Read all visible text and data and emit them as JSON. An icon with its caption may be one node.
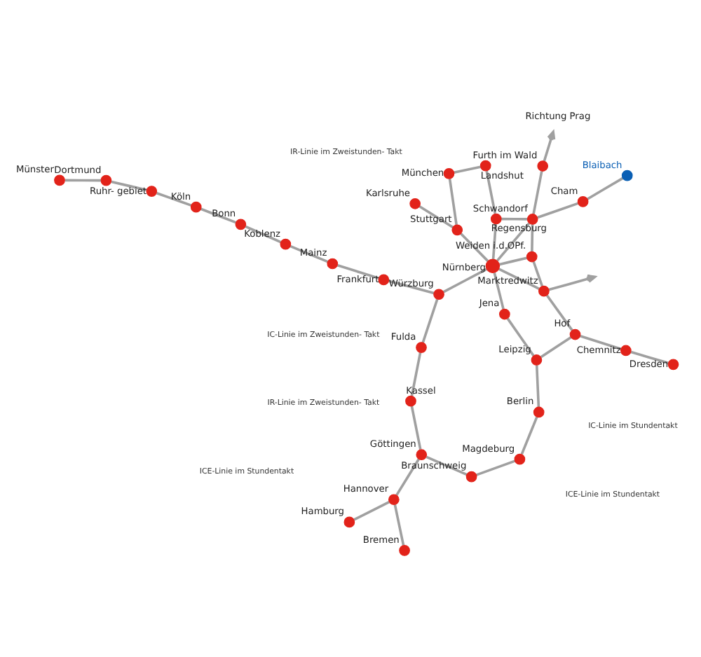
{
  "diagram": {
    "nodes": [
      {
        "text": [
          "Hamburg"
        ]
      },
      {
        "text": [
          "Bremen"
        ]
      },
      {
        "text": [
          "Münster"
        ]
      },
      {
        "text": [
          "Dortmund"
        ]
      },
      {
        "text": [
          "Hannover"
        ]
      },
      {
        "text": [
          "Ruhr- gebiet"
        ]
      },
      {
        "text": [
          "Göttingen"
        ]
      },
      {
        "text": [
          "Braunschweig"
        ]
      },
      {
        "text": [
          "Magdeburg"
        ]
      },
      {
        "text": [
          "Berlin"
        ]
      },
      {
        "text": [
          "Köln"
        ]
      },
      {
        "text": [
          "Kassel"
        ]
      },
      {
        "text": [
          "Bonn"
        ]
      },
      {
        "text": [
          "Leipzig"
        ]
      },
      {
        "text": [
          "Koblenz"
        ]
      },
      {
        "text": [
          "Fulda"
        ]
      },
      {
        "text": [
          "Dresden"
        ]
      },
      {
        "text": [
          "Frankfurt"
        ]
      },
      {
        "text": [
          "Mainz"
        ]
      },
      {
        "text": [
          "Jena"
        ]
      },
      {
        "text": [
          "Hof"
        ]
      },
      {
        "text": [
          "Chemnitz"
        ]
      },
      {
        "text": [
          "Würzburg"
        ]
      },
      {
        "text": [
          "Marktredwitz"
        ]
      },
      {
        "text": [
          "Weiden i.d.OPf."
        ]
      },
      {
        "text": [
          "Nürnberg"
        ]
      },
      {
        "text": [
          "Schwandorf"
        ]
      },
      {
        "text": [
          "Richtung Prag"
        ]
      },
      {
        "text": [
          "Karlsruhe"
        ]
      },
      {
        "text": [
          "Furth im Wald"
        ]
      },
      {
        "text": [
          "Stuttgart"
        ]
      },
      {
        "text": [
          "Regensburg"
        ]
      },
      {
        "text": [
          "Cham"
        ]
      },
      {
        "text": [
          "Landshut"
        ]
      },
      {
        "text": [
          "Blaibach"
        ]
      },
      {
        "text": [
          "München"
        ]
      }
    ],
    "edges": [
      {
        "from": 0,
        "to": 4,
        "arrow": "none"
      },
      {
        "from": 1,
        "to": 4,
        "arrow": "none"
      },
      {
        "from": 4,
        "to": 6,
        "arrow": "none"
      },
      {
        "from": 6,
        "to": 7,
        "arrow": "none"
      },
      {
        "from": 7,
        "to": 8,
        "arrow": "none"
      },
      {
        "from": 8,
        "to": 9,
        "arrow": "none"
      },
      {
        "from": 9,
        "to": 13,
        "arrow": "none"
      },
      {
        "from": 13,
        "to": 20,
        "arrow": "none"
      },
      {
        "from": 19,
        "to": 13,
        "arrow": "none"
      },
      {
        "from": 20,
        "to": 21,
        "arrow": "none"
      },
      {
        "from": 21,
        "to": 16,
        "arrow": "none"
      },
      {
        "from": 20,
        "to": 23,
        "arrow": "none"
      },
      {
        "from": 23,
        "to": 24,
        "arrow": "none"
      },
      {
        "from": 24,
        "to": 26,
        "arrow": "none"
      },
      {
        "from": 26,
        "to": 31,
        "arrow": "none"
      },
      {
        "from": 31,
        "to": 33,
        "arrow": "none"
      },
      {
        "from": 33,
        "to": 35,
        "arrow": "none"
      },
      {
        "from": 6,
        "to": 11,
        "arrow": "none"
      },
      {
        "from": 11,
        "to": 15,
        "arrow": "none"
      },
      {
        "from": 15,
        "to": 22,
        "arrow": "none"
      },
      {
        "from": 22,
        "to": 25,
        "arrow": "none"
      },
      {
        "from": 17,
        "to": 22,
        "arrow": "none"
      },
      {
        "from": 18,
        "to": 17,
        "arrow": "none"
      },
      {
        "from": 14,
        "to": 18,
        "arrow": "none"
      },
      {
        "from": 12,
        "to": 14,
        "arrow": "none"
      },
      {
        "from": 10,
        "to": 12,
        "arrow": "none"
      },
      {
        "from": 5,
        "to": 10,
        "arrow": "none"
      },
      {
        "from": 3,
        "to": 5,
        "arrow": "none"
      },
      {
        "from": 2,
        "to": 3,
        "arrow": "none"
      },
      {
        "from": 25,
        "to": 19,
        "arrow": "none"
      },
      {
        "from": 25,
        "to": 23,
        "arrow": "none"
      },
      {
        "from": 25,
        "to": 24,
        "arrow": "none"
      },
      {
        "from": 25,
        "to": 26,
        "arrow": "none"
      },
      {
        "from": 25,
        "to": 31,
        "arrow": "none"
      },
      {
        "from": 25,
        "to": 30,
        "arrow": "none"
      },
      {
        "from": 28,
        "to": 30,
        "arrow": "none"
      },
      {
        "from": 30,
        "to": 35,
        "arrow": "none"
      },
      {
        "from": 26,
        "to": 29,
        "arrow": "none"
      },
      {
        "from": 26,
        "to": 32,
        "arrow": "none"
      },
      {
        "from": 32,
        "to": 34,
        "arrow": "none"
      },
      {
        "from": 29,
        "to": 27,
        "arrow": "to"
      },
      {
        "from": 23,
        "to": null,
        "arrow": "to"
      }
    ],
    "labels": [
      "ICE-Linie im Stundentakt",
      "ICE-Linie im Stundentakt",
      "IC-Linie im Zweistunden- Takt",
      "IC-Linie im Stundentakt",
      "IR-Linie im Zweistunden- Takt",
      "IR-Linie im Zweistunden- Takt"
    ]
  }
}
